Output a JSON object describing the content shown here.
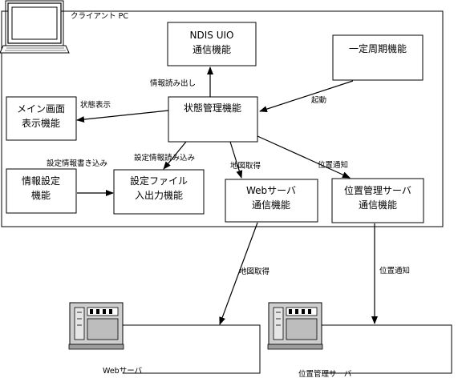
{
  "client_label": "クライアント PC",
  "boxes": {
    "ndis": [
      "NDIS UIO",
      "通信機能"
    ],
    "periodic": [
      "一定周期機能"
    ],
    "state": [
      "状態管理機能"
    ],
    "main_screen": [
      "メイン画面",
      "表示機能"
    ],
    "info_setting": [
      "情報設定",
      "機能"
    ],
    "setting_file": [
      "設定ファイル",
      "入出力機能"
    ],
    "web_comm": [
      "Webサーバ",
      "通信機能"
    ],
    "pos_comm": [
      "位置管理サーバ",
      "通信機能"
    ]
  },
  "edges": {
    "read_info": "情報読み出し",
    "launch": "起動",
    "status_display": "状態表示",
    "write_setting": "設定情報書き込み",
    "read_setting": "設定情報読み込み",
    "map_get_inner": "地図取得",
    "pos_notify_inner": "位置通知",
    "map_get_outer": "地図取得",
    "pos_notify_outer": "位置通知"
  },
  "servers": {
    "web": "Webサーバ",
    "pos": "位置管理サーバ"
  }
}
